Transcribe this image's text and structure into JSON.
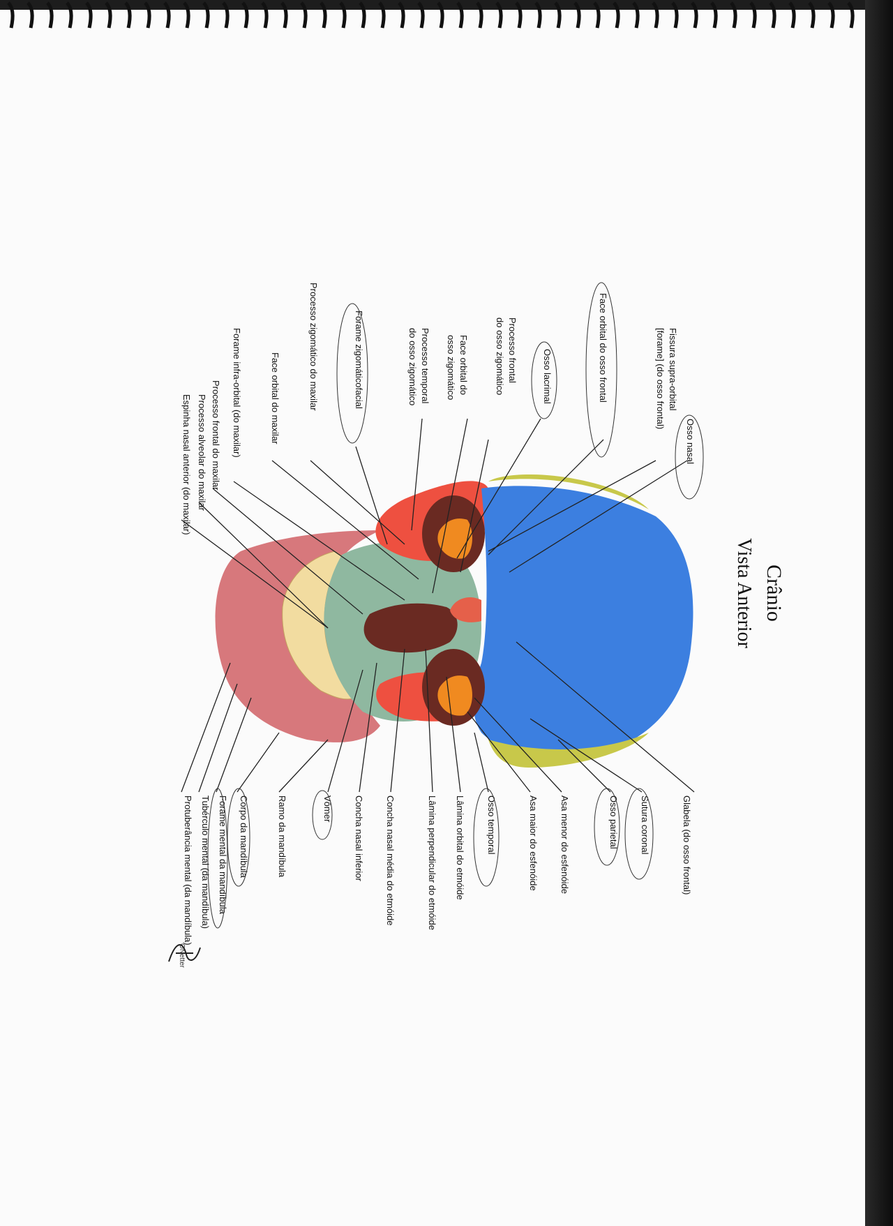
{
  "title": "Crânio",
  "subtitle": "Vista Anterior",
  "labels": {
    "osso_nasal": "Osso nasal",
    "fissura_supra_orbital": "Fissura supra-orbital",
    "forame_supra_orbital": "[forame] (do osso frontal)",
    "face_orbital_frontal": "Face orbital do osso frontal",
    "osso_lacrimal": "Osso lacrimal",
    "processo_frontal_zigomatico_1": "Processo frontal",
    "processo_frontal_zigomatico_2": "do osso zigomático",
    "face_orbital_zigomatico_1": "Face orbital do",
    "face_orbital_zigomatico_2": "osso zigomático",
    "processo_temporal_1": "Processo temporal",
    "processo_temporal_2": "do osso zigomático",
    "forame_zigomaticofacial": "Forame zigomáticofacial",
    "processo_zigomatico_maxila": "Processo zigomático do maxilar",
    "face_orbital_maxila": "Face orbital do maxilar",
    "forame_infra_orbital": "Forame infra-orbital (do maxilar)",
    "processo_frontal_maxila": "Processo frontal do maxilar",
    "processo_alveolar": "Processo alveolar do maxilar",
    "espinha_nasal": "Espinha nasal anterior (do maxilar)",
    "glabela": "Glabela (do osso frontal)",
    "sutura_coronal": "Sutura coronal",
    "osso_parietal": "Osso parietal",
    "asa_menor": "Asa menor do esfenóide",
    "asa_maior": "Asa maior do esfenóide",
    "osso_temporal": "Osso temporal",
    "lamina_orbital": "Lâmina orbital do etmóide",
    "lamina_perpendicular": "Lâmina perpendicular do etmóide",
    "concha_media": "Concha nasal média do etmóide",
    "concha_inferior": "Concha nasal inferior",
    "vomer": "Vômer",
    "ramo_mandibula": "Ramo da mandíbula",
    "corpo_mandibula": "Corpo da mandíbula",
    "forame_mentual": "Forame mental da mandíbula",
    "tuberculo_mentual": "Tubérculo mental (da mandíbula)",
    "protuberancia_mentual": "Protuberância mental (da mandíbula)"
  },
  "signature": "ONetter",
  "colors": {
    "frontal": "#3c7fe0",
    "parietal": "#c8c84a",
    "zygomatic": "#ee5040",
    "maxilla": "#8fb8a0",
    "mandible": "#d7787c",
    "sphenoid": "#f08a20",
    "cavity": "#6a2a22"
  }
}
